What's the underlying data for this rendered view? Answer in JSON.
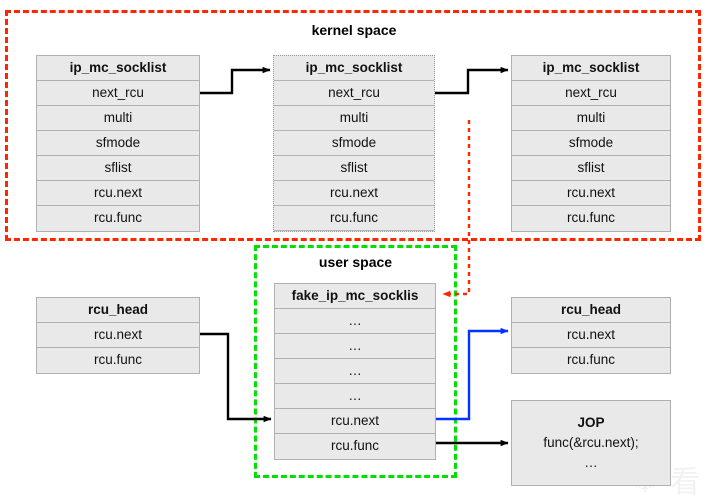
{
  "regions": {
    "kernel": {
      "label": "kernel space",
      "border_color": "#ff2600",
      "style": "dashed"
    },
    "user": {
      "label": "user space",
      "border_color": "#00e000",
      "style": "dashed"
    }
  },
  "structs": {
    "kernel_socklist_1": {
      "title": "ip_mc_socklist",
      "fields": [
        "next_rcu",
        "multi",
        "sfmode",
        "sflist",
        "rcu.next",
        "rcu.func"
      ]
    },
    "kernel_socklist_2": {
      "title": "ip_mc_socklist",
      "fields": [
        "next_rcu",
        "multi",
        "sfmode",
        "sflist",
        "rcu.next",
        "rcu.func"
      ]
    },
    "kernel_socklist_3": {
      "title": "ip_mc_socklist",
      "fields": [
        "next_rcu",
        "multi",
        "sfmode",
        "sflist",
        "rcu.next",
        "rcu.func"
      ]
    },
    "rcu_head_left": {
      "title": "rcu_head",
      "fields": [
        "rcu.next",
        "rcu.func"
      ]
    },
    "fake_socklist": {
      "title": "fake_ip_mc_socklis",
      "fields": [
        "…",
        "…",
        "…",
        "…",
        "rcu.next",
        "rcu.func"
      ]
    },
    "rcu_head_right": {
      "title": "rcu_head",
      "fields": [
        "rcu.next",
        "rcu.func"
      ]
    },
    "jop": {
      "title": "JOP",
      "lines": [
        "func(&rcu.next);",
        "…"
      ]
    }
  },
  "connectors": {
    "kernel_link_1": {
      "color": "#000000",
      "style": "solid",
      "from": "ip_mc_socklist.next_rcu",
      "to": "ip_mc_socklist"
    },
    "kernel_link_2": {
      "color": "#000000",
      "style": "solid",
      "from": "ip_mc_socklist.next_rcu",
      "to": "ip_mc_socklist"
    },
    "rcu_head_to_fake": {
      "color": "#000000",
      "style": "solid",
      "from": "rcu_head.rcu.next",
      "to": "fake_ip_mc_socklis.rcu.next"
    },
    "kernel_to_fake": {
      "color": "#ff2600",
      "style": "dotted",
      "from": "ip_mc_socklist.next_rcu",
      "to": "fake_ip_mc_socklis"
    },
    "fake_next_to_rcu_head": {
      "color": "#0433ff",
      "style": "solid",
      "from": "fake_ip_mc_socklis.rcu.next",
      "to": "rcu_head.rcu.next"
    },
    "fake_func_to_jop": {
      "color": "#000000",
      "style": "solid",
      "from": "fake_ip_mc_socklis.rcu.func",
      "to": "JOP"
    }
  },
  "watermark": {
    "text": "❄ 看"
  }
}
